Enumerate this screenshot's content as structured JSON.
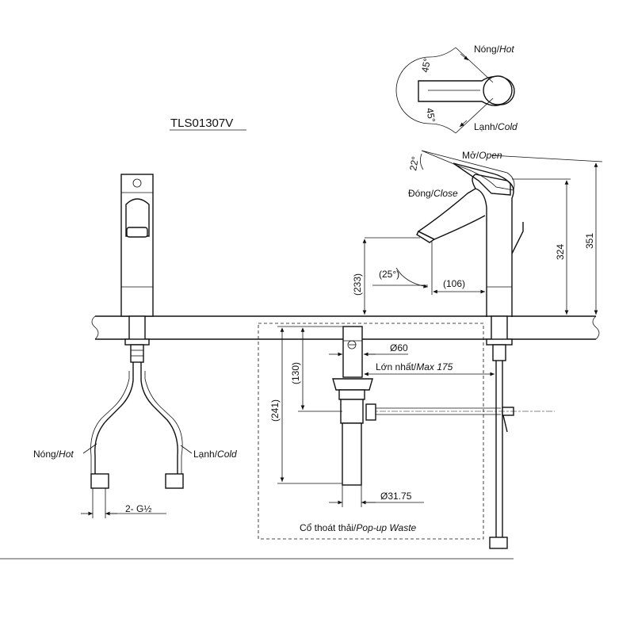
{
  "title": "TLS01307V",
  "handle_top": {
    "hot_label": "Nóng/",
    "hot_label_en": "Hot",
    "cold_label": "Lạnh/",
    "cold_label_en": "Cold",
    "angle_hot": "45°",
    "angle_cold": "45°"
  },
  "side_view": {
    "open_label": "Mở/",
    "open_label_en": "Open",
    "close_label": "Đóng/",
    "close_label_en": "Close",
    "angle_handle": "22°",
    "angle_spout": "(25°)",
    "dim_height_spout": "(233)",
    "dim_reach": "(106)",
    "dim_height_body": "324",
    "dim_height_total": "351"
  },
  "waste": {
    "dia_top": "Ø60",
    "max_label": "Lớn nhất/",
    "max_label_en": "Max 175",
    "dim_130": "(130)",
    "dim_241": "(241)",
    "dia_pipe": "Ø31.75",
    "caption": "Cổ thoát thải/",
    "caption_en": "Pop-up Waste"
  },
  "front_view": {
    "hot_label": "Nóng/",
    "hot_label_en": "Hot",
    "cold_label": "Lạnh/",
    "cold_label_en": "Cold",
    "thread_label": "2- G½"
  }
}
